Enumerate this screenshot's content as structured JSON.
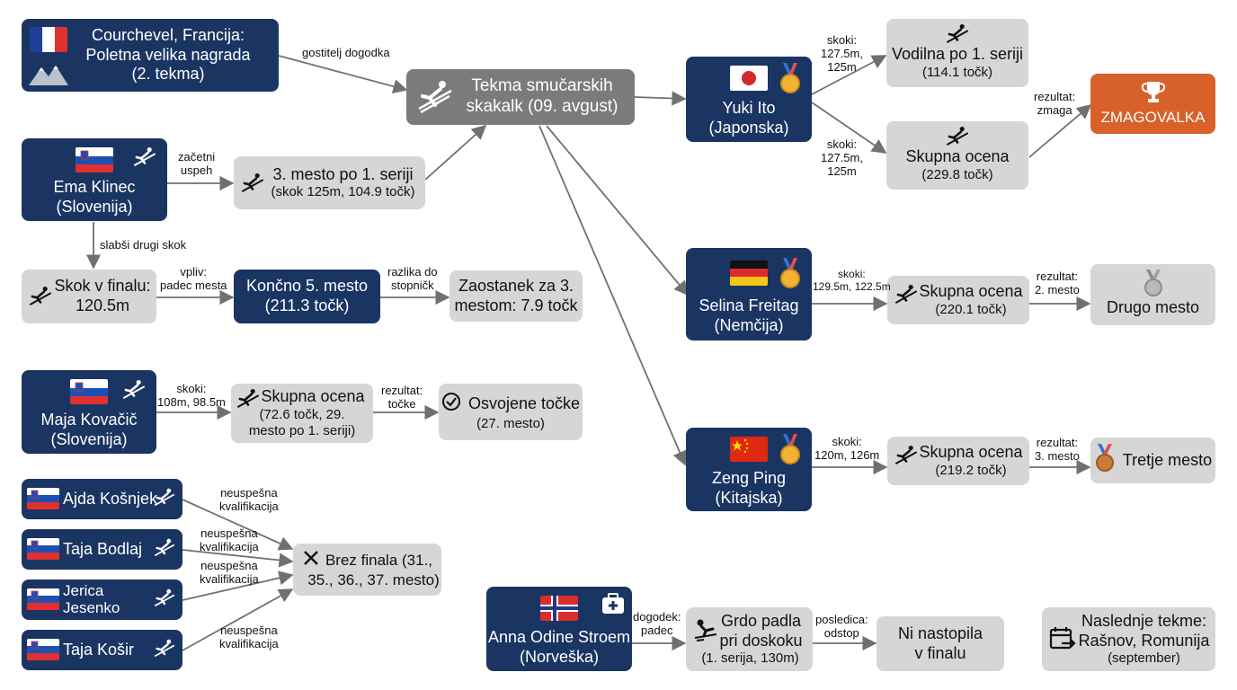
{
  "colors": {
    "navy": "#1b3563",
    "grey": "#d6d6d6",
    "dark_grey": "#7b7b7b",
    "orange": "#d8612a",
    "arrow": "#707070"
  },
  "nodes": {
    "courchevel": {
      "line1": "Courchevel, Francija:",
      "line2": "Poletna velika nagrada",
      "line3": "(2. tekma)",
      "icon": "france-flag-icon"
    },
    "event": {
      "line1": "Tekma smučarskih",
      "line2": "skakalk (09. avgust)",
      "icon": "ski-jumper-icon"
    },
    "ema": {
      "line1": "Ema Klinec",
      "line2": "(Slovenija)"
    },
    "ema_third": {
      "line1": "3. mesto po 1. seriji",
      "line2": "(skok 125m, 104.9 točk)"
    },
    "ema_final_jump": {
      "line1": "Skok v finalu:",
      "line2": "120.5m"
    },
    "ema_fifth": {
      "line1": "Končno 5. mesto",
      "line2": "(211.3 točk)"
    },
    "ema_gap": {
      "line1": "Zaostanek za 3.",
      "line2": "mestom: 7.9 točk"
    },
    "maja": {
      "line1": "Maja Kovačič",
      "line2": "(Slovenija)"
    },
    "maja_total": {
      "line1": "Skupna ocena",
      "line2": "(72.6 točk, 29.",
      "line3": "mesto po 1. seriji)"
    },
    "maja_points": {
      "line1": "Osvojene točke",
      "line2": "(27. mesto)"
    },
    "ajda": {
      "name": "Ajda Košnjek"
    },
    "taja_b": {
      "name": "Taja Bodlaj"
    },
    "jerica": {
      "line1": "Jerica",
      "line2": "Jesenko"
    },
    "taja_k": {
      "name": "Taja Košir"
    },
    "no_final": {
      "line1": "Brez finala (31.,",
      "line2": "35., 36., 37. mesto)"
    },
    "yuki": {
      "line1": "Yuki Ito",
      "line2": "(Japonska)"
    },
    "yuki_lead": {
      "line1": "Vodilna po 1. seriji",
      "line2": "(114.1 točk)"
    },
    "yuki_total": {
      "line1": "Skupna ocena",
      "line2": "(229.8 točk)"
    },
    "winner": {
      "label": "ZMAGOVALKA"
    },
    "selina": {
      "line1": "Selina Freitag",
      "line2": "(Nemčija)"
    },
    "selina_total": {
      "line1": "Skupna ocena",
      "line2": "(220.1 točk)"
    },
    "second": {
      "label": "Drugo mesto"
    },
    "zeng": {
      "line1": "Zeng Ping",
      "line2": "(Kitajska)"
    },
    "zeng_total": {
      "line1": "Skupna ocena",
      "line2": "(219.2 točk)"
    },
    "third": {
      "label": "Tretje mesto"
    },
    "anna": {
      "line1": "Anna Odine Stroem",
      "line2": "(Norveška)"
    },
    "anna_fall": {
      "line1": "Grdo padla",
      "line2": "pri doskoku",
      "line3": "(1. serija, 130m)"
    },
    "anna_out": {
      "line1": "Ni nastopila",
      "line2": "v finalu"
    },
    "next": {
      "line1": "Naslednje tekme:",
      "line2": "Rašnov, Romunija",
      "line3": "(september)"
    }
  },
  "edges": {
    "host": [
      "gostitelj dogodka"
    ],
    "ema_start": [
      "začetni",
      "uspeh"
    ],
    "ema_weaker": [
      "slabši drugi skok"
    ],
    "ema_impact": [
      "vpliv:",
      "padec mesta"
    ],
    "ema_diff": [
      "razlika do",
      "stopničk"
    ],
    "maja_jumps": [
      "skoki:",
      "108m, 98.5m"
    ],
    "maja_result": [
      "rezultat:",
      "točke"
    ],
    "fail": [
      "neuspešna",
      "kvalifikacija"
    ],
    "yuki_jumps": [
      "skoki:",
      "127.5m,",
      "125m"
    ],
    "yuki_result": [
      "rezultat:",
      "zmaga"
    ],
    "selina_jumps": [
      "skoki:",
      "129.5m, 122.5m"
    ],
    "selina_result": [
      "rezultat:",
      "2. mesto"
    ],
    "zeng_jumps": [
      "skoki:",
      "120m, 126m"
    ],
    "zeng_result": [
      "rezultat:",
      "3. mesto"
    ],
    "anna_event": [
      "dogodek:",
      "padec"
    ],
    "anna_result": [
      "posledica:",
      "odstop"
    ]
  }
}
